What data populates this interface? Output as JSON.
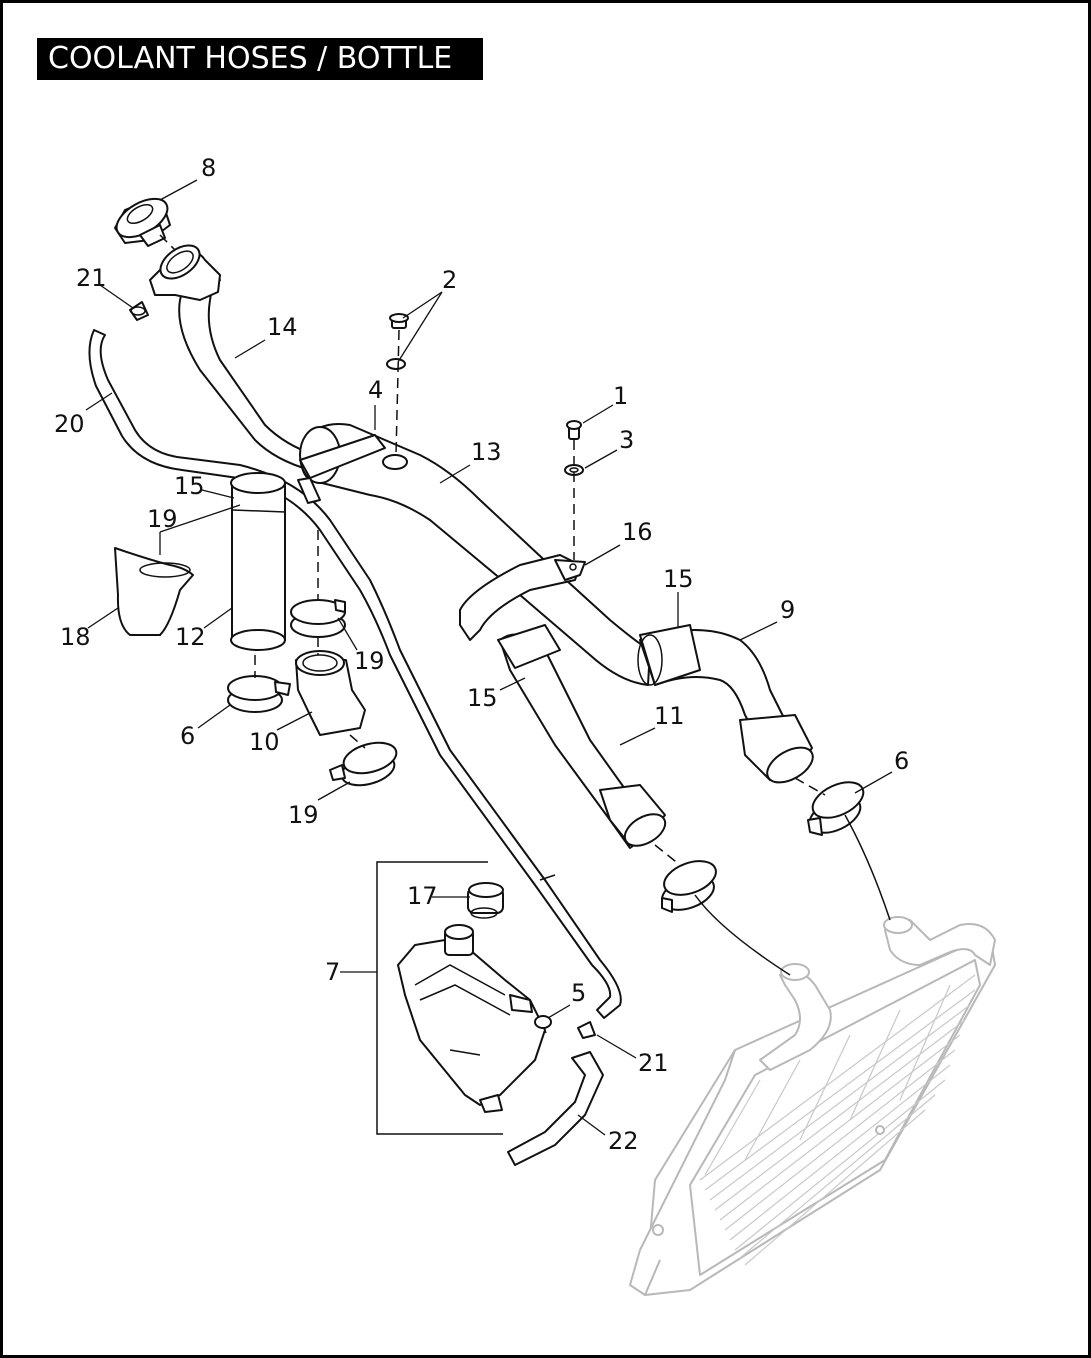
{
  "title": "COOLANT HOSES / BOTTLE",
  "callouts": {
    "c1": "1",
    "c2": "2",
    "c3": "3",
    "c4": "4",
    "c5": "5",
    "c6a": "6",
    "c6b": "6",
    "c7": "7",
    "c8": "8",
    "c9": "9",
    "c10": "10",
    "c11": "11",
    "c12": "12",
    "c13": "13",
    "c14": "14",
    "c15a": "15",
    "c15b": "15",
    "c15c": "15",
    "c16": "16",
    "c17": "17",
    "c18": "18",
    "c19a": "19",
    "c19b": "19",
    "c19c": "19",
    "c20": "20",
    "c21a": "21",
    "c21b": "21",
    "c22": "22"
  }
}
